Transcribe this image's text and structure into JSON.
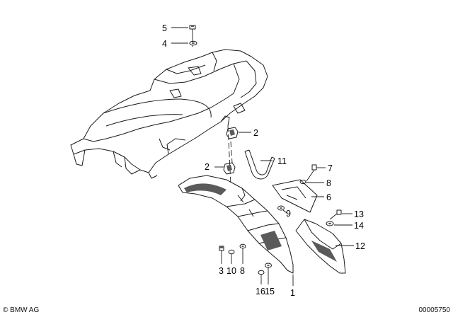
{
  "diagram": {
    "callouts": [
      "5",
      "4",
      "2",
      "11",
      "2",
      "7",
      "8",
      "6",
      "9",
      "13",
      "14",
      "12",
      "3",
      "10",
      "8",
      "16",
      "15",
      "1"
    ]
  },
  "footer": {
    "copyright": "© BMW AG",
    "image_number": "00005750"
  }
}
